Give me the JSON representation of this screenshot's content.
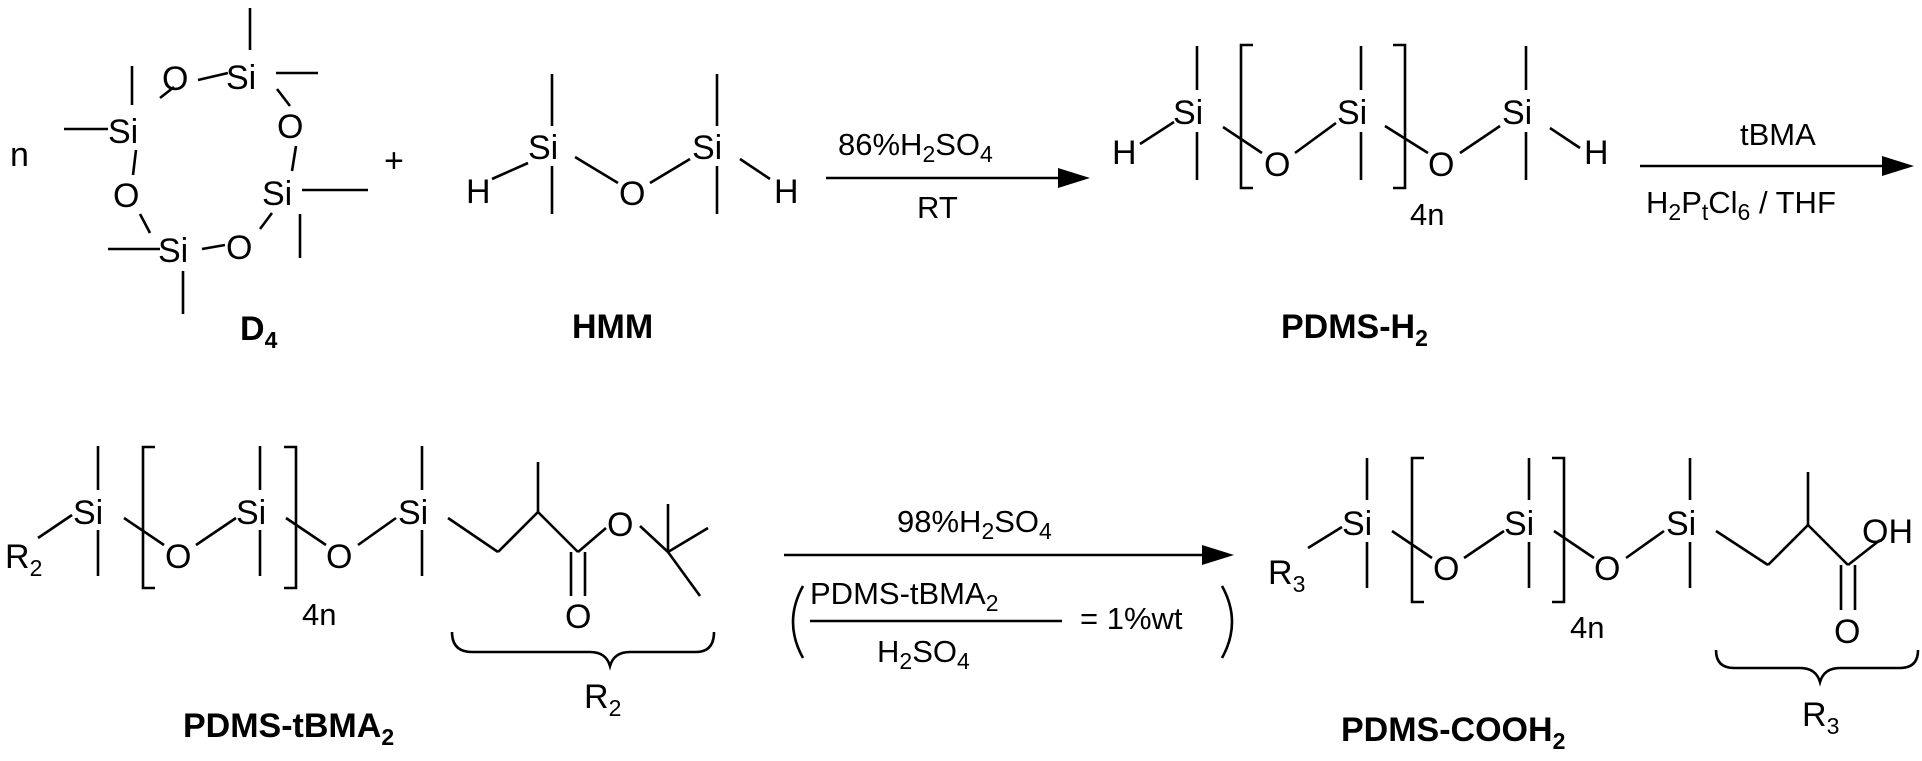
{
  "reactants": {
    "multiplier": "n",
    "plus": "+",
    "d4_label": "D",
    "d4_label_sub": "4",
    "hmm_label": "HMM"
  },
  "atoms": {
    "si": "Si",
    "o": "O",
    "h": "H",
    "oh": "OH",
    "r": "R",
    "r2_sub": "2",
    "r3_sub": "3",
    "repeat": "4n"
  },
  "step1": {
    "reagent_pre": "86%H",
    "reagent_sub1": "2",
    "reagent_mid": "SO",
    "reagent_sub2": "4",
    "condition": "RT"
  },
  "product1": {
    "label": "PDMS-H",
    "label_sub": "2"
  },
  "step2": {
    "reagent": "tBMA",
    "cat_h": "H",
    "cat_h_sub": "2",
    "cat_p": "P",
    "cat_p_sub": "t",
    "cat_cl": "Cl",
    "cat_cl_sub": "6",
    "cat_solvent": " / THF"
  },
  "product2": {
    "label": "PDMS-tBMA",
    "label_sub": "2"
  },
  "step3": {
    "reagent_pre": "98%H",
    "reagent_sub1": "2",
    "reagent_mid": "SO",
    "reagent_sub2": "4",
    "ratio_num": "PDMS-tBMA",
    "ratio_num_sub": "2",
    "ratio_den_pre": "H",
    "ratio_den_sub1": "2",
    "ratio_den_mid": "SO",
    "ratio_den_sub2": "4",
    "ratio_eq": "= 1%wt"
  },
  "product3": {
    "label": "PDMS-COOH",
    "label_sub": "2"
  }
}
